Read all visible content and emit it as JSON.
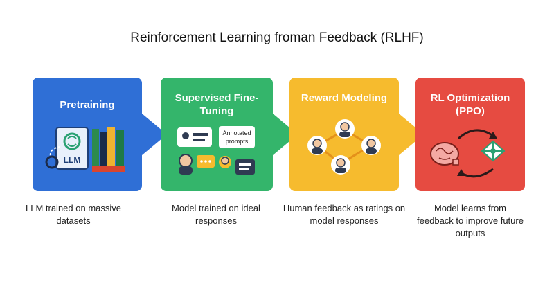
{
  "title": "Reinforcement Learning froman Feedback (RLHF)",
  "stages": [
    {
      "label": "Pretraining",
      "description": "LLM trained on massive datasets",
      "color": "#2f6fd6",
      "icon": "book-brain-icon",
      "icon_text": "LLM"
    },
    {
      "label": "Supervised Fine-Tuning",
      "description": "Model trained on ideal responses",
      "color": "#34b56b",
      "icon": "chat-people-icon",
      "icon_text": "Annotated prompts"
    },
    {
      "label": "Reward Modeling",
      "description": "Human feedback as ratings on model responses",
      "color": "#f6bb2e",
      "icon": "people-network-icon"
    },
    {
      "label": "RL Optimization (PPO)",
      "description": "Model learns from feedback to improve future outputs",
      "color": "#e64b41",
      "icon": "brain-cycle-icon"
    }
  ]
}
